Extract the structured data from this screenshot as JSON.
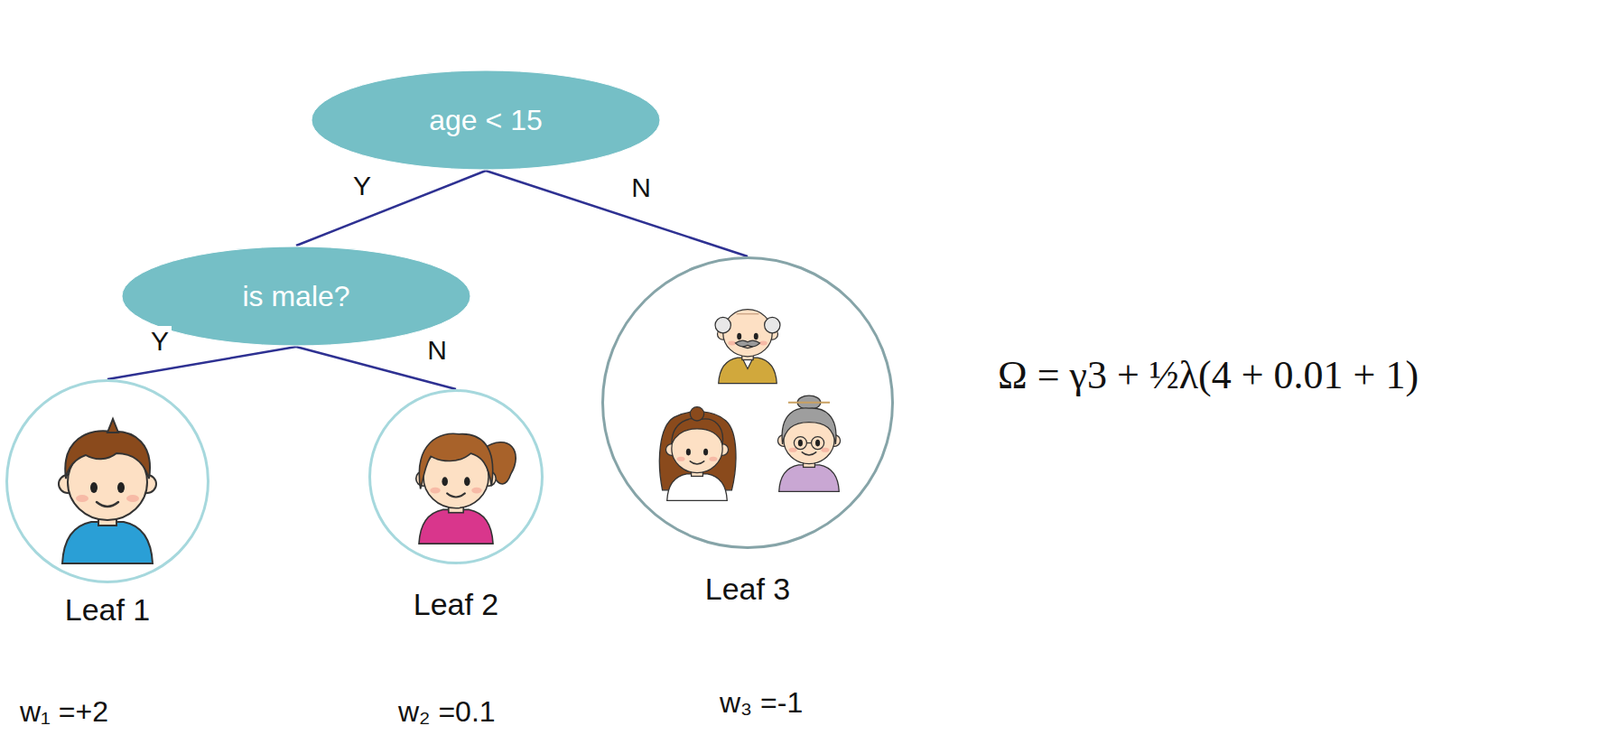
{
  "diagram": {
    "nodes": [
      {
        "text": [
          "age < 15"
        ]
      },
      {
        "text": [
          "is male?"
        ]
      },
      {
        "text": [
          "Leaf 1"
        ]
      },
      {
        "text": [
          "Leaf 2"
        ]
      },
      {
        "text": [
          "Leaf 3"
        ]
      }
    ],
    "edges": [
      {
        "from": 0,
        "to": 1,
        "label": "Y",
        "arrow": "none"
      },
      {
        "from": 0,
        "to": 4,
        "label": "N",
        "arrow": "none"
      },
      {
        "from": 1,
        "to": 2,
        "label": "Y",
        "arrow": "none"
      },
      {
        "from": 1,
        "to": 3,
        "label": "N",
        "arrow": "none"
      }
    ],
    "labels": [
      "w₁ =+2",
      "w₂ =0.1",
      "w₃ =-1",
      "Ω = γ3 + ½λ(4 + 0.01 + 1)"
    ]
  }
}
